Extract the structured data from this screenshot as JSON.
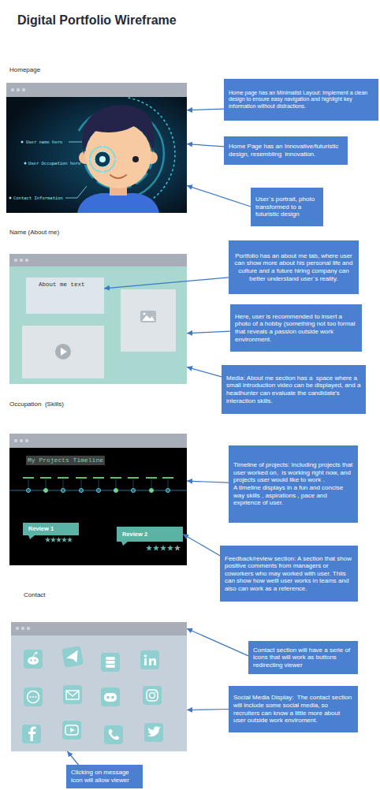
{
  "diagram": {
    "title": "Digital Portfolio Wireframe",
    "nodes": [
      {
        "text": [
          "Homepage",
          "User name here",
          "User Occupation here",
          "Contact Information"
        ]
      },
      {
        "text": [
          "Home page has an Minimalist Layout: Implement a clean design to ensure easy navigation and highlight key information without distractions."
        ]
      },
      {
        "text": [
          "Home Page has an Innovative/futuristic design, resembling  innovation."
        ]
      },
      {
        "text": [
          "User`s portrait, photo transformed to a futuristic design"
        ]
      },
      {
        "text": [
          "Name (About me)"
        ]
      },
      {
        "text": [
          "About me text"
        ],
        "in": 4
      },
      {
        "text": [
          "Portfolio has an about me tab, where user can show more about his personal life and culture and a future hiring company can better understand user`s reality."
        ]
      },
      {
        "text": [
          "Here, user is recommended to insert a photo of a hobby (something not too formal that reveals a passion outside work environment."
        ]
      },
      {
        "text": [
          "Media: About me section has a  space where a small introduction video can be displayed, and a headhunter can evaluate the candidate's interaction skills."
        ]
      },
      {
        "text": [
          "Occupation  (Skills)"
        ]
      },
      {
        "text": [
          "My Projects Timeline"
        ],
        "in": 9
      },
      {
        "text": [
          "Review 1"
        ],
        "in": 9
      },
      {
        "text": [
          "Review 2"
        ],
        "in": 9
      },
      {
        "text": [
          "Timeline of projects: Including projects that user worked on,  is working right now, and projects user would like to work .",
          "A timeline displays in a fun and concise way skills , aspirations , pace and exprience of user."
        ]
      },
      {
        "text": [
          "Feedback/review section: A section that show positive comments from managers or coworkers who may worked with user. Thiis can show how welll user works in teams and also can work as a reference."
        ]
      },
      {
        "text": [
          "Contact"
        ]
      },
      {
        "text": [
          "Contact section will have a serie of icons that will work as buttons redirecting viewer"
        ]
      },
      {
        "text": [
          "Social Media Display:  The contact section will include some social media, so recruiters can know a little more about user outside work enviroment."
        ]
      },
      {
        "text": [
          "Clicking on message icon will allow viewer"
        ]
      }
    ],
    "edges": [
      {
        "from": 1,
        "to": 0,
        "arrow": "to"
      },
      {
        "from": 2,
        "to": 0,
        "arrow": "to"
      },
      {
        "from": 3,
        "to": 0,
        "arrow": "to"
      },
      {
        "from": 6,
        "to": 5,
        "arrow": "to"
      },
      {
        "from": 7,
        "to": 4,
        "arrow": "to"
      },
      {
        "from": 8,
        "to": 4,
        "arrow": "to"
      },
      {
        "from": 13,
        "to": 9,
        "arrow": "to"
      },
      {
        "from": 14,
        "to": 12,
        "arrow": "to"
      },
      {
        "from": 16,
        "to": 15,
        "arrow": "to"
      },
      {
        "from": 17,
        "to": 15,
        "arrow": "to"
      },
      {
        "from": 18,
        "to": 15,
        "arrow": "to"
      }
    ]
  }
}
